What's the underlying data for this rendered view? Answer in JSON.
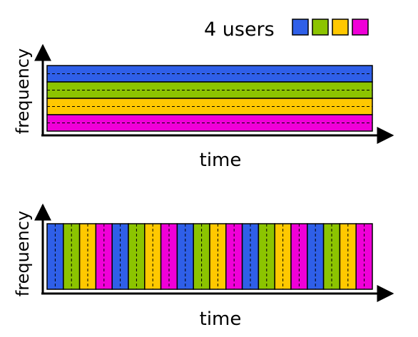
{
  "legend": {
    "label": "4 users",
    "colors": [
      "#2f5fe8",
      "#8cc400",
      "#ffc800",
      "#f000d8"
    ]
  },
  "fdm": {
    "ylabel": "frequency",
    "xlabel": "time",
    "bands": 4
  },
  "tdm": {
    "ylabel": "frequency",
    "xlabel": "time",
    "slots": 20
  },
  "style": {
    "axis": "#000000",
    "band_border": "#000000"
  }
}
